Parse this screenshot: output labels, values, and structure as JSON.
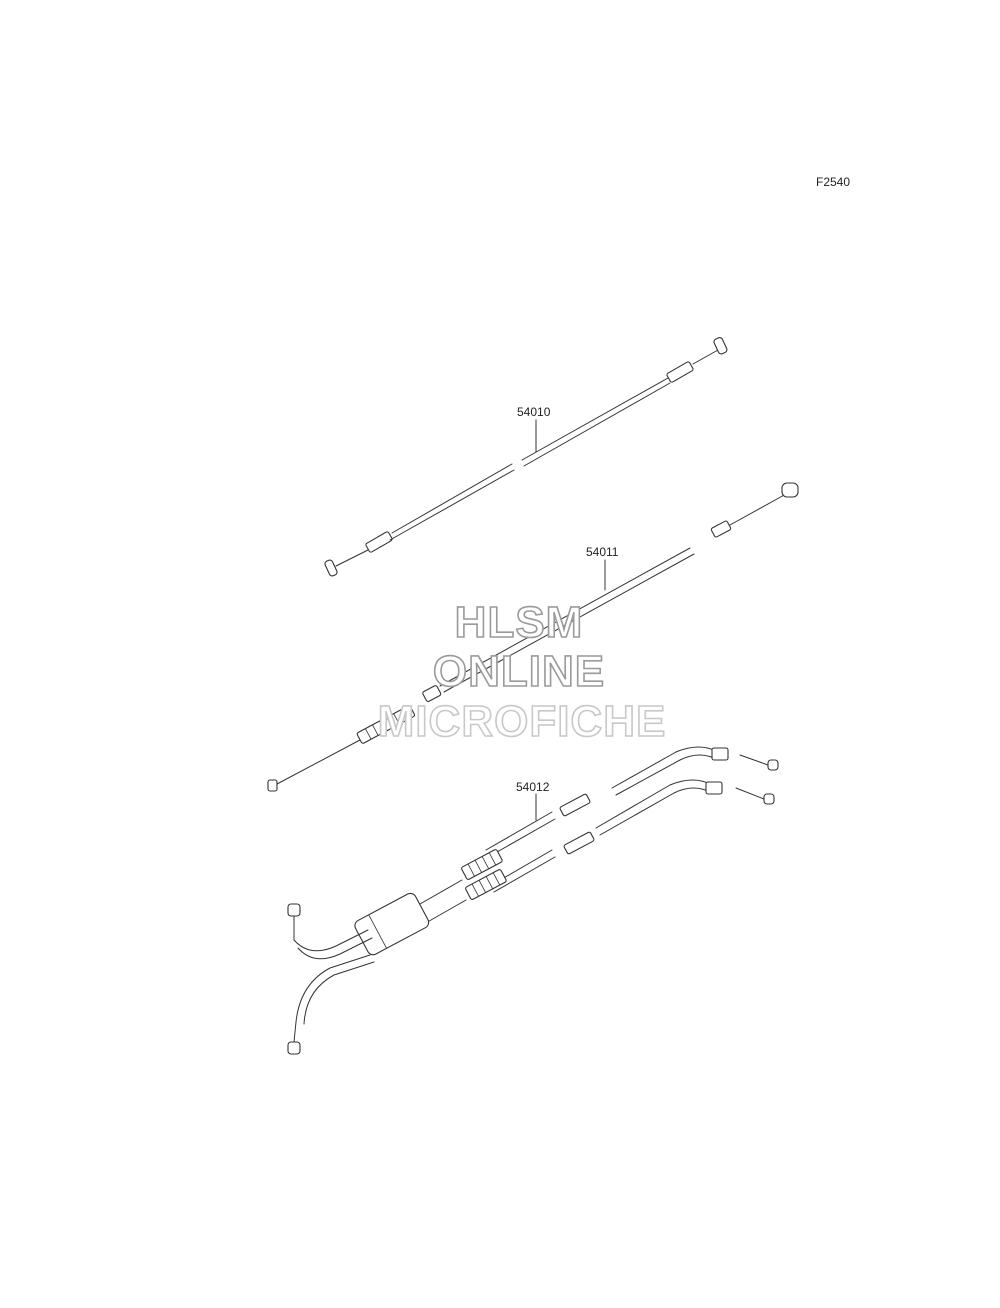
{
  "figure_code": "F2540",
  "parts": [
    {
      "id": "cable-1",
      "number": "54010"
    },
    {
      "id": "cable-2",
      "number": "54011"
    },
    {
      "id": "cable-3",
      "number": "54012"
    }
  ],
  "watermark": {
    "line1": "HLSM",
    "line2": "ONLINE",
    "line3": "MICROFICHE"
  }
}
